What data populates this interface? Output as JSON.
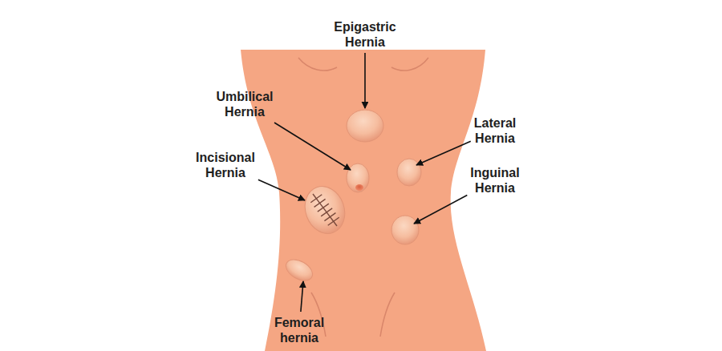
{
  "diagram": {
    "labels": [
      "Epigastric Hernia",
      "Umbilical Hernia",
      "Lateral Hernia",
      "Incisional Hernia",
      "Inguinal Hernia",
      "Femoral hernia"
    ]
  }
}
